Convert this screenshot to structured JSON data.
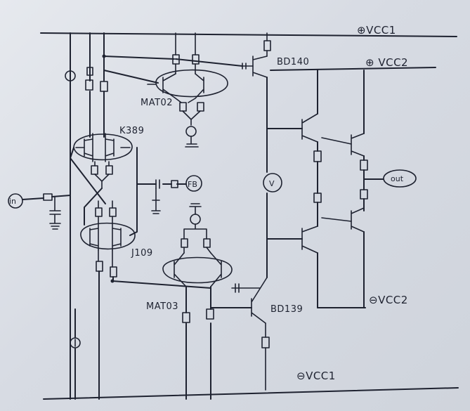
{
  "labels": {
    "vcc1_pos": "⊕VCC1",
    "vcc2_pos": "⊕ VCC2",
    "vcc2_neg": "⊖VCC2",
    "vcc1_neg": "⊖VCC1",
    "bd140": "BD140",
    "bd139": "BD139",
    "mat02": "MAT02",
    "mat03": "MAT03",
    "k389": "K389",
    "j109": "J109",
    "fb": "FB",
    "out": "out",
    "input": "in",
    "v": "V"
  },
  "colors": {
    "ink": "#1e2230",
    "paper": "#e2e5ea"
  }
}
